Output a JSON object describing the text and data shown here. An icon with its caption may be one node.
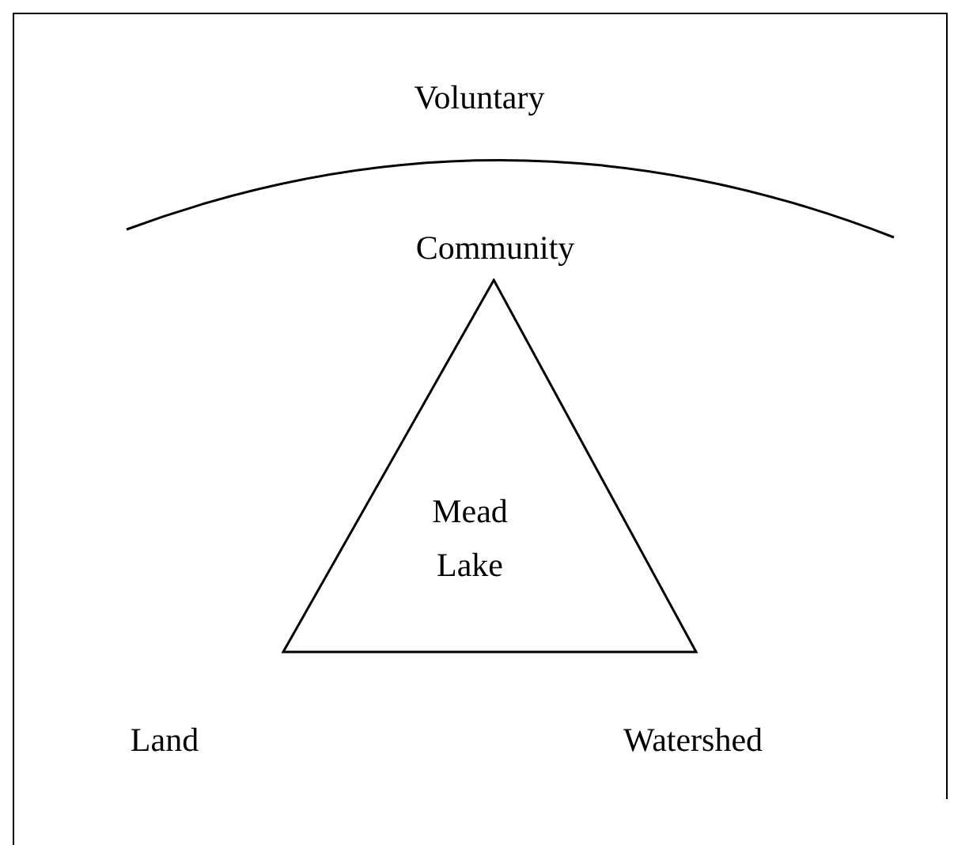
{
  "diagram": {
    "nodes": [
      {
        "text": [
          "Mead Lake"
        ]
      }
    ],
    "labels": [
      "Voluntary",
      "Community",
      "Land",
      "Watershed"
    ]
  }
}
